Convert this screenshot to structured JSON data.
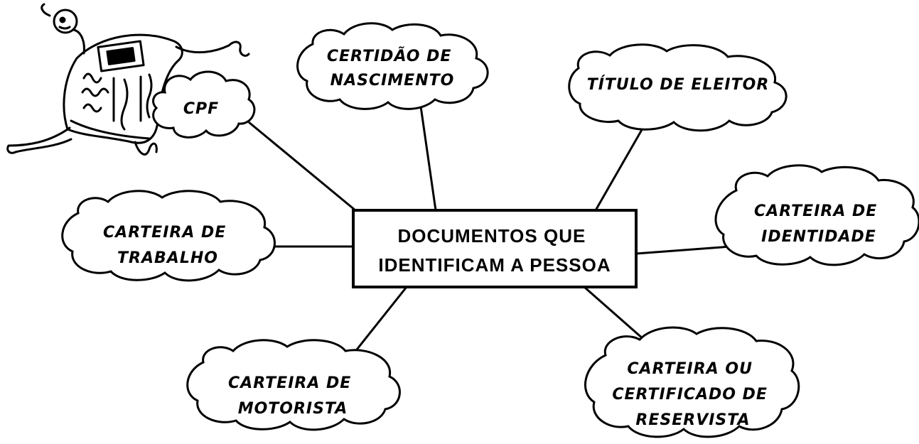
{
  "center": {
    "lines": [
      "DOCUMENTOS QUE",
      "IDENTIFICAM A PESSOA"
    ]
  },
  "nodes": [
    {
      "id": "cpf",
      "lines": [
        "CPF"
      ]
    },
    {
      "id": "certidao",
      "lines": [
        "CERTIDÃO DE",
        "NASCIMENTO"
      ]
    },
    {
      "id": "titulo",
      "lines": [
        "TÍTULO DE ELEITOR"
      ]
    },
    {
      "id": "carteira-trabalho",
      "lines": [
        "CARTEIRA DE",
        "TRABALHO"
      ]
    },
    {
      "id": "carteira-identidade",
      "lines": [
        "CARTEIRA DE",
        "IDENTIDADE"
      ]
    },
    {
      "id": "carteira-motorista",
      "lines": [
        "CARTEIRA DE",
        "MOTORISTA"
      ]
    },
    {
      "id": "reservista",
      "lines": [
        "CARTEIRA OU",
        "CERTIFICADO DE",
        "RESERVISTA"
      ]
    }
  ],
  "illustration": {
    "icon": "running-document-character-icon"
  }
}
